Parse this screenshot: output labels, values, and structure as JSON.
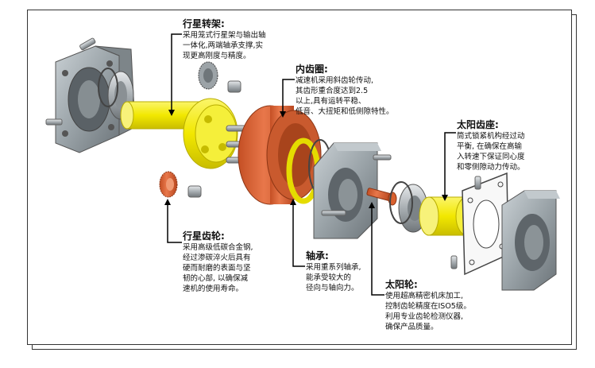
{
  "colors": {
    "yellow": "#f2e800",
    "orange": "#e0683a",
    "gray": "#9aa3a8",
    "dark": "#555b60",
    "leader": "#000000"
  },
  "notes": {
    "carrier": {
      "title": "行星转架:",
      "lines": [
        "采用笼式行星架与输出轴",
        "一体化,两端轴承支撑,实",
        "现更高刚度与精度。"
      ]
    },
    "ring": {
      "title": "内齿圈:",
      "lines": [
        "减速机采用斜齿轮传动,",
        "其齿形重合度达到2.5",
        "以上,具有运转平稳、",
        "低音、大扭矩和低侧隙特性。"
      ]
    },
    "sun_seat": {
      "title": "太阳齿座:",
      "lines": [
        "筒式锁紧机构经过动",
        "平衡, 在确保在高输",
        "入转速下保证同心度",
        "和零侧隙动力传动。"
      ]
    },
    "planet": {
      "title": "行星齿轮:",
      "lines": [
        "采用高级低碳合金钢,",
        "经过渗碳淬火后具有",
        "硬而耐磨的表面与坚",
        "韧的心部, 以确保减",
        "速机的使用寿命。"
      ]
    },
    "bearing": {
      "title": "轴承:",
      "lines": [
        "采用重系列轴承,",
        "能承受较大的",
        "径向与轴向力。"
      ]
    },
    "sun": {
      "title": "太阳轮:",
      "lines": [
        "使用超高精密机床加工,",
        "控制齿轮精度在ISO5级。",
        "利用专业齿轮检测仪器,",
        "确保产品质量。"
      ]
    }
  }
}
